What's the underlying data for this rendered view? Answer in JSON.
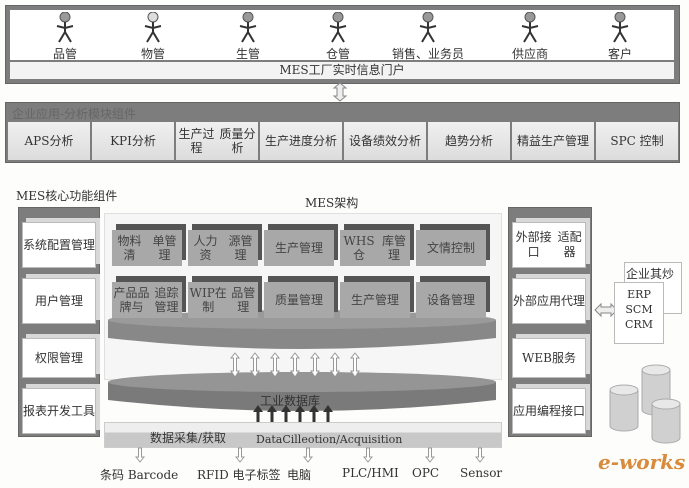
{
  "roles": [
    "品管",
    "物管",
    "生管",
    "仓管",
    "销售、业务员",
    "供应商",
    "客户"
  ],
  "portal": "MES工厂实时信息门户",
  "analysis": {
    "title": "企业应用-分析模块组件",
    "modules": [
      [
        "APS",
        "分析"
      ],
      [
        "KPI",
        "分析"
      ],
      [
        "生产过程",
        "质量分析"
      ],
      [
        "生产进",
        "度分析"
      ],
      [
        "设备绩",
        "效分析"
      ],
      [
        "趋势分析",
        ""
      ],
      [
        "精益生",
        "产管理"
      ],
      [
        "SPC 控制",
        ""
      ]
    ]
  },
  "core": {
    "title": "MES核心功能组件",
    "items": [
      [
        "系统配",
        "置管理"
      ],
      [
        "用户管理",
        ""
      ],
      [
        "权限管理",
        ""
      ],
      [
        "报表开",
        "发工具"
      ]
    ]
  },
  "architecture": {
    "title": "MES架构",
    "row1": [
      [
        "物料清",
        "单管理"
      ],
      [
        "人力资",
        "源管理"
      ],
      [
        "生产管理",
        ""
      ],
      [
        "WHS仓",
        "库管理"
      ],
      [
        "文情控制",
        ""
      ]
    ],
    "row2": [
      [
        "产品品牌与",
        "追踪管理"
      ],
      [
        "WIP在制",
        "品管理"
      ],
      [
        "质量管理",
        ""
      ],
      [
        "生产管理",
        ""
      ],
      [
        "设备管理",
        ""
      ]
    ],
    "database": "工业数据库",
    "collection_cn": "数据采集/获取",
    "collection_en": "DataCilleotion/Acquisition"
  },
  "interfaces": [
    [
      "外部接口",
      "适配器"
    ],
    [
      "外部应",
      "用代理"
    ],
    [
      "WEB服务",
      ""
    ],
    [
      "应用编",
      "程接口"
    ]
  ],
  "enterprise": {
    "title": "企业其炒",
    "systems": [
      "ERP",
      "SCM",
      "CRM"
    ]
  },
  "sources": [
    "条码 Barcode",
    "RFID 电子标签",
    "电脑",
    "PLC/HMI",
    "OPC",
    "Sensor"
  ],
  "logo": "e-works"
}
